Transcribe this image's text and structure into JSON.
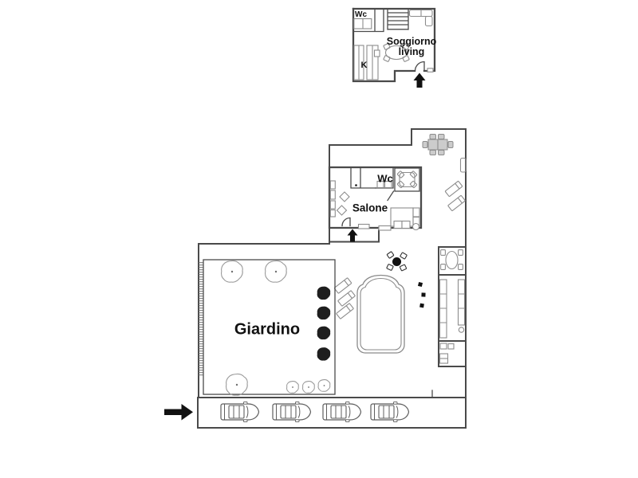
{
  "meta": {
    "type": "architectural-floor-plan",
    "background": "#ffffff"
  },
  "colors": {
    "bg": "#ffffff",
    "ink": "#111111",
    "wall": "#4a4a4a",
    "furniture": "#8c8c8c",
    "tree": "#9a9a9a",
    "bush": "#1e1e1e"
  },
  "upper_plan": {
    "wc_label": "Wc",
    "living_label_line1": "Soggiorno",
    "living_label_line2": "living",
    "kitchen_label": "K"
  },
  "main_plan": {
    "wc_label": "Wc",
    "salone_label": "Salone",
    "garden_label": "Giardino"
  },
  "symbols": {
    "entrance_arrow_upper": "arrow-up",
    "entrance_arrow_salone": "arrow-up",
    "entrance_arrow_driveway": "arrow-right",
    "pool": "swimming-pool",
    "car_count": 4,
    "outline_tree_count": 6,
    "filled_bush_count": 4,
    "sun_lounger_count": 5
  }
}
